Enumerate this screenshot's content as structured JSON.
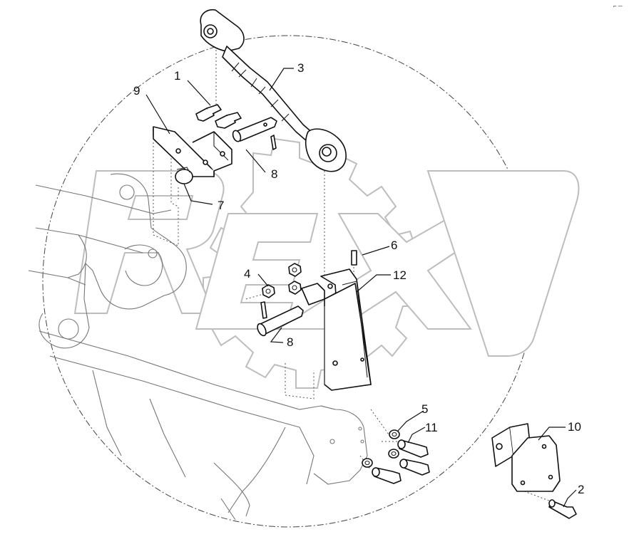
{
  "callouts": {
    "c1": "1",
    "c2": "2",
    "c3": "3",
    "c4": "4",
    "c5": "5",
    "c6": "6",
    "c7": "7",
    "c8a": "8",
    "c8b": "8",
    "c9": "9",
    "c10": "10",
    "c11": "11",
    "c12": "12"
  },
  "corner_mark": "⌐ ─"
}
